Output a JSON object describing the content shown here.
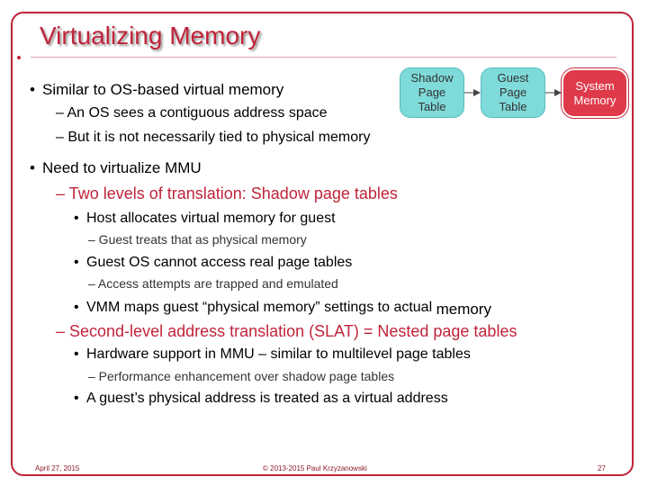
{
  "slide": {
    "title": "Virtualizing Memory",
    "bullets": {
      "b1": "Similar to OS-based virtual memory",
      "b1_sub1": "– An OS sees a contiguous address space",
      "b1_sub2": "– But it is not necessarily tied to physical memory",
      "b2": "Need to virtualize MMU",
      "b2_sub1": "– Two levels of translation: Shadow page tables",
      "b2_sub1_a": "Host allocates virtual memory for guest",
      "b2_sub1_a_i": "– Guest treats that as physical memory",
      "b2_sub1_b": "Guest OS cannot access real page tables",
      "b2_sub1_b_i": "– Access attempts are trapped and emulated",
      "b2_sub1_c_part1": "VMM maps guest “physical memory” settings to actual ",
      "b2_sub1_c_part2": "memory",
      "b2_sub2": "– Second-level address translation (SLAT) = Nested page tables",
      "b2_sub2_a": "Hardware support in MMU – similar to multilevel page tables",
      "b2_sub2_a_i": "– Performance enhancement over shadow page tables",
      "b2_sub2_b": "A guest’s physical address is treated as a virtual address"
    },
    "bullet_symbol": "•",
    "diagram": {
      "box1": [
        "Shadow",
        "Page",
        "Table"
      ],
      "box2": [
        "Guest",
        "Page",
        "Table"
      ],
      "box3": [
        "System",
        "Memory"
      ]
    },
    "footer": {
      "date": "April 27, 2015",
      "copyright": "© 2013-2015 Paul Krzyzanowski",
      "page": "27"
    },
    "colors": {
      "accent": "#c0243a",
      "teal_box": "#7fdada",
      "system_box": "#df3a4a"
    }
  }
}
